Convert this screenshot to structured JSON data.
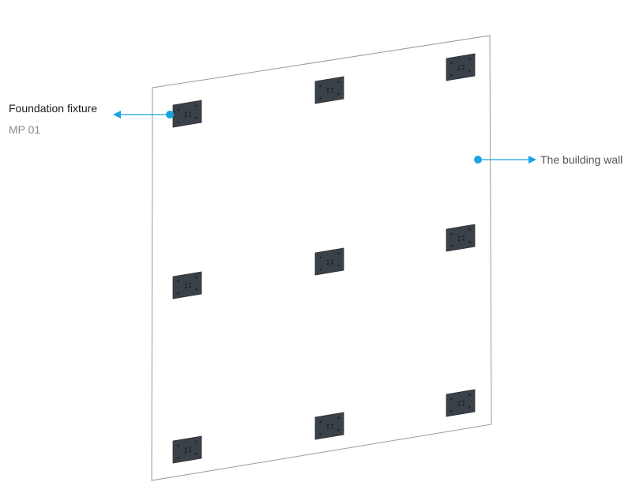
{
  "callouts": {
    "fixture": {
      "title": "Foundation fixture",
      "code": "MP 01"
    },
    "wall": {
      "label": "The building wall"
    }
  },
  "colors": {
    "accent": "#1aa3e0",
    "plate": "#3b4148",
    "plate_bolt": "#1f2328",
    "wall_outline": "#9a9a9a"
  }
}
